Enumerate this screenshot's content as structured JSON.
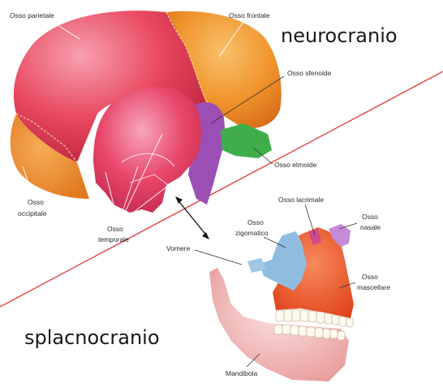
{
  "titles": {
    "neurocranium": "neurocranio",
    "splanchnocranium": "splacnocranio"
  },
  "labels": {
    "parietal": "Osso parietale",
    "frontal": "Osso frontale",
    "sphenoid": "Osso sfenoide",
    "ethmoid": "Osso etmoide",
    "occipital_line1": "Osso",
    "occipital_line2": "occipitale",
    "temporal_line1": "Osso",
    "temporal_line2": "temporale",
    "lacrimal": "Osso lacrimale",
    "nasal_line1": "Osso",
    "nasal_line2": "nasale",
    "zygomatic_line1": "Osso",
    "zygomatic_line2": "zigomatico",
    "vomer": "Vomere",
    "maxilla_line1": "Osso",
    "maxilla_line2": "mascellare",
    "mandible": "Mandibola"
  },
  "colors": {
    "parietal": "#e8475e",
    "frontal": "#f0942c",
    "occipital": "#ec8a2c",
    "temporal": "#e83a62",
    "sphenoid": "#9b4fb5",
    "ethmoid": "#3fae4a",
    "zygomatic": "#8fbde0",
    "maxilla": "#f0582a",
    "nasal": "#c58ad8",
    "mandible": "#f0b6b6",
    "divider": "#e04040"
  }
}
